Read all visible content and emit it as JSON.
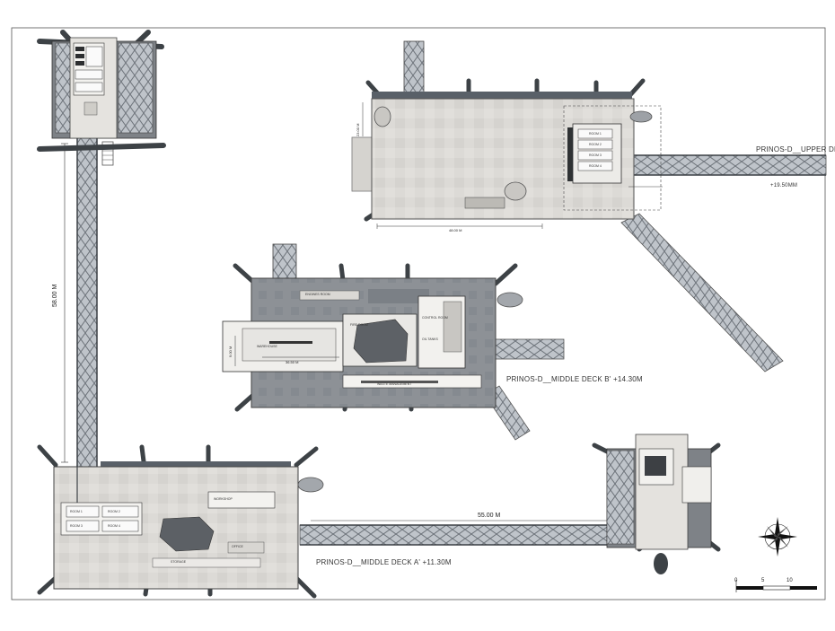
{
  "drawing": {
    "upper_deck": {
      "title": "PRINOS-D__UPPER DECK",
      "elevation": "+19.50MM",
      "dim_width": "48.00 M",
      "dim_height": "23.00 M",
      "room_labels": [
        "ROOM 1",
        "ROOM 2",
        "ROOM 3",
        "ROOM 4"
      ]
    },
    "middle_deck_b": {
      "title": "PRINOS-D__MIDDLE DECK B' +14.30M",
      "dim_width": "36.50 M",
      "dim_height": "9.00 M",
      "room_labels": [
        "ENGINES ROOM",
        "WAREHOUSE",
        "CONTROL ROOM",
        "OIL TANKS",
        "WASTE MANAGEMENT",
        "FIRE ROOM"
      ]
    },
    "middle_deck_a": {
      "title": "PRINOS-D__MIDDLE DECK A' +11.30M",
      "room_labels": [
        "ROOM 1",
        "ROOM 2",
        "ROOM 3",
        "ROOM 4",
        "WORKSHOP",
        "OFFICE",
        "STORAGE"
      ]
    },
    "bridges": {
      "vertical_length": "58.00 M",
      "horizontal_length": "55.00 M"
    },
    "scale_bar": [
      "0",
      "5",
      "10"
    ],
    "icons": [
      "north-arrow-compass-icon"
    ]
  }
}
